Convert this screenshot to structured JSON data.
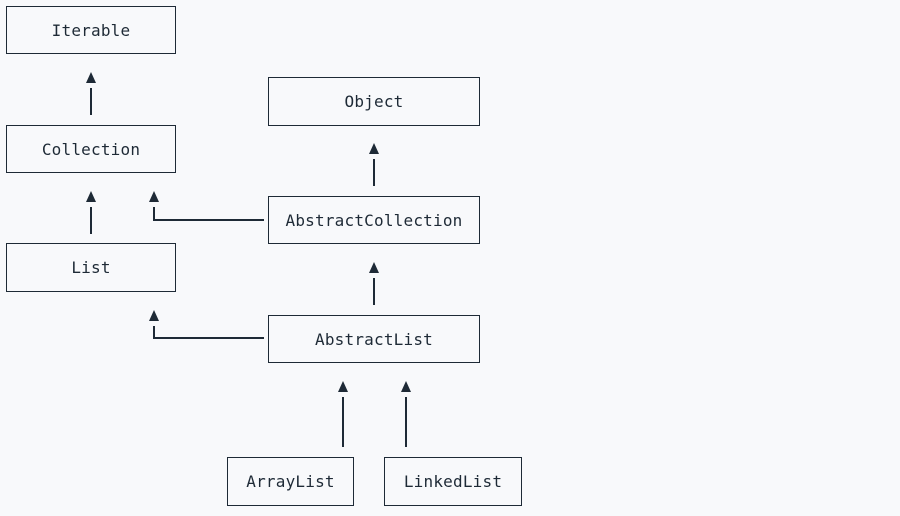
{
  "diagram": {
    "nodes": {
      "iterable": "Iterable",
      "collection": "Collection",
      "list": "List",
      "object": "Object",
      "abstract_collection": "AbstractCollection",
      "abstract_list": "AbstractList",
      "array_list": "ArrayList",
      "linked_list": "LinkedList"
    },
    "edges": [
      {
        "from": "Collection",
        "to": "Iterable"
      },
      {
        "from": "List",
        "to": "Collection"
      },
      {
        "from": "AbstractCollection",
        "to": "Object"
      },
      {
        "from": "AbstractCollection",
        "to": "Collection"
      },
      {
        "from": "AbstractList",
        "to": "AbstractCollection"
      },
      {
        "from": "AbstractList",
        "to": "List"
      },
      {
        "from": "ArrayList",
        "to": "AbstractList"
      },
      {
        "from": "LinkedList",
        "to": "AbstractList"
      }
    ]
  }
}
